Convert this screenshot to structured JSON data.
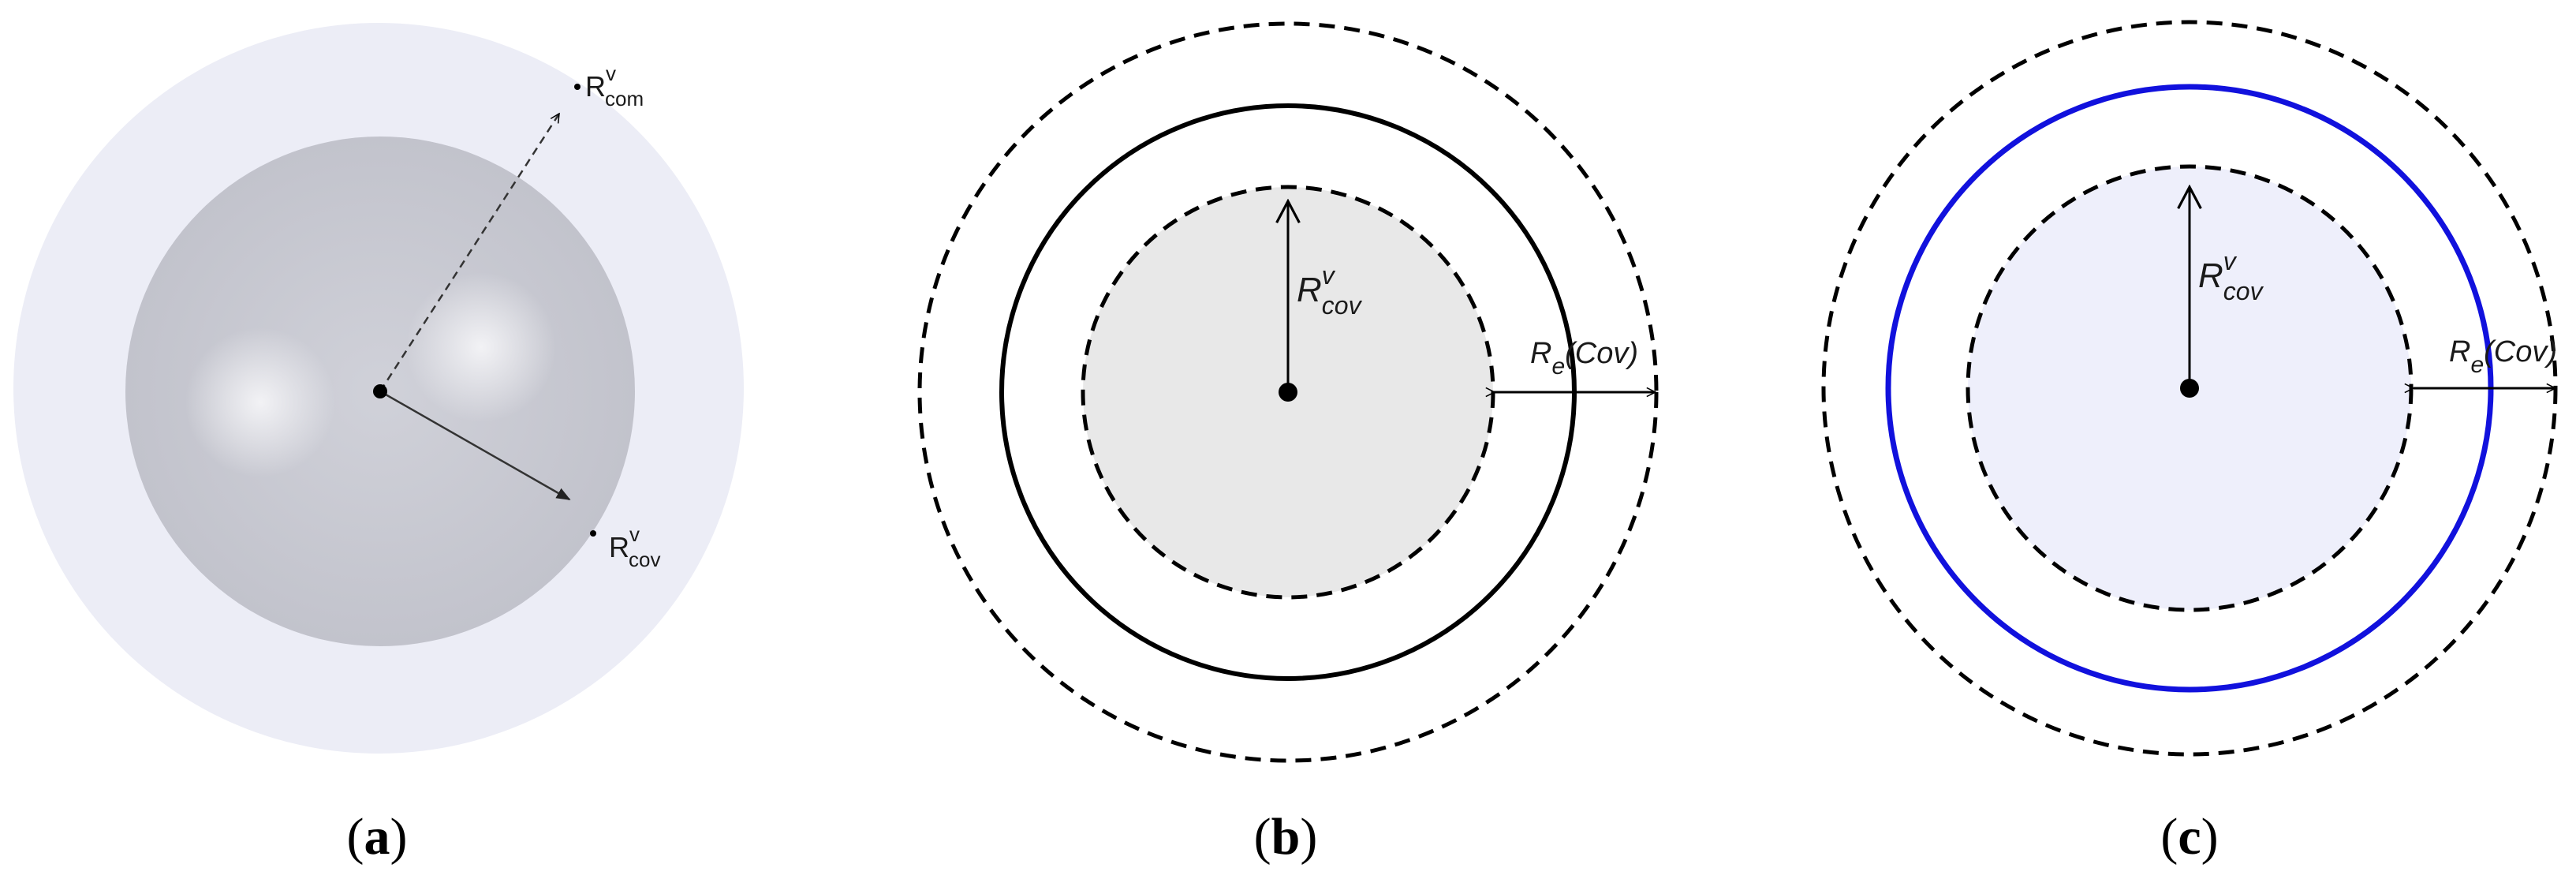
{
  "panels": [
    {
      "id": "a",
      "caption": {
        "open": "(",
        "letter": "a",
        "close": ")"
      },
      "labels": {
        "com": {
          "base": "R",
          "sup": "v",
          "sub": "com"
        },
        "cov": {
          "base": "R",
          "sup": "v",
          "sub": "cov"
        }
      }
    },
    {
      "id": "b",
      "caption": {
        "open": "(",
        "letter": "b",
        "close": ")"
      },
      "labels": {
        "cov": {
          "base": "R",
          "sup": "v",
          "sub": "cov"
        },
        "re": {
          "base": "R",
          "sub": "e",
          "rest": "(Cov)"
        }
      }
    },
    {
      "id": "c",
      "caption": {
        "open": "(",
        "letter": "c",
        "close": ")"
      },
      "labels": {
        "cov": {
          "base": "R",
          "sup": "v",
          "sub": "cov"
        },
        "re": {
          "base": "R",
          "sub": "e",
          "rest": "(Cov)"
        }
      }
    }
  ],
  "colors": {
    "outer_disk_a": "#ecedf6",
    "sphere_a": "#c6c7d0",
    "disk_b": "#e8e8e8",
    "disk_c": "#eeeffb",
    "blue_circle": "#1111dd",
    "line": "#000000"
  }
}
